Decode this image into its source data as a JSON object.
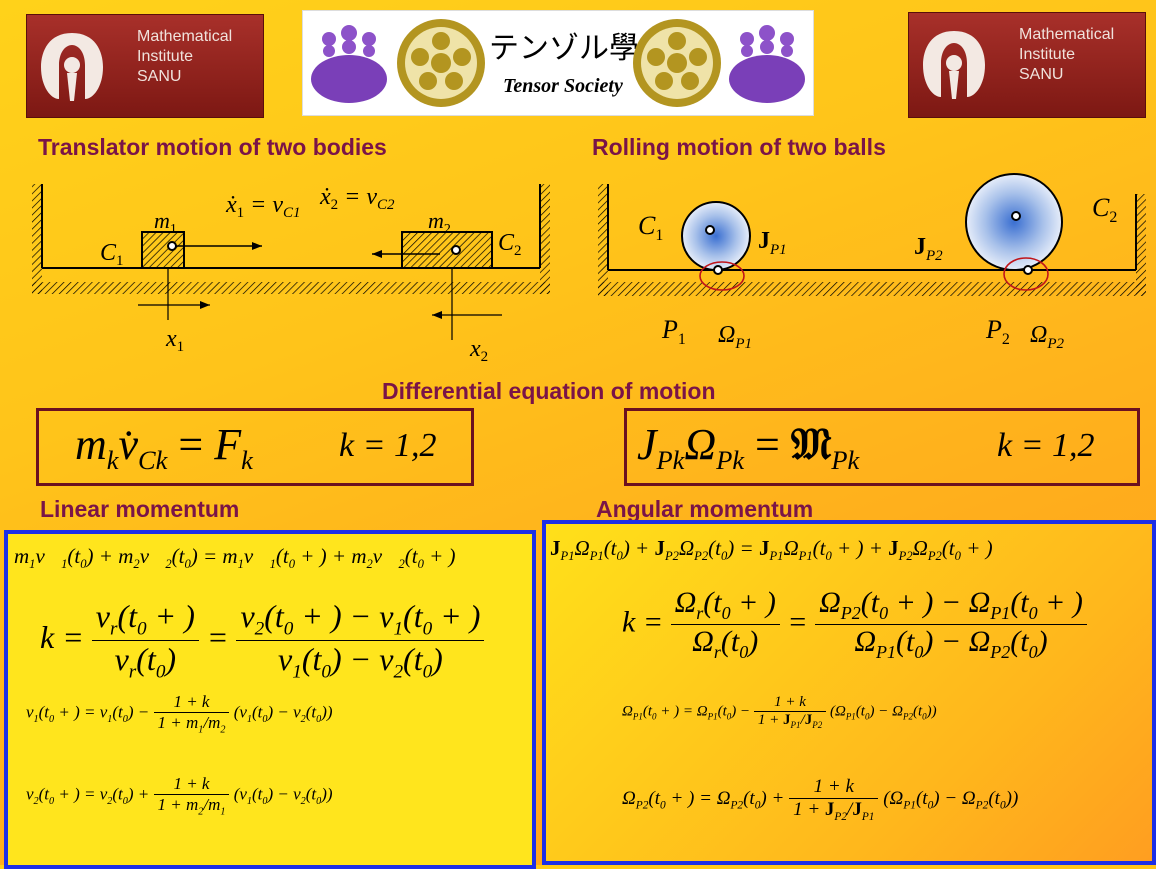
{
  "logo_left": {
    "line1": "Mathematical",
    "line2": "Institute",
    "line3": "SANU"
  },
  "logo_right": {
    "line1": "Mathematical",
    "line2": "Institute",
    "line3": "SANU"
  },
  "banner": {
    "title_jp": "テンゾル學会",
    "title_en": "Tensor Society"
  },
  "headings": {
    "translator": "Translator motion of two bodies",
    "rolling": "Rolling motion of two balls",
    "diff_eq": "Differential equation of motion",
    "linear": "Linear momentum",
    "angular": "Angular momentum"
  },
  "diagram_left": {
    "m1": "m",
    "m1_sub": "1",
    "m2": "m",
    "m2_sub": "2",
    "c1": "C",
    "c1_sub": "1",
    "c2": "C",
    "c2_sub": "2",
    "x1": "x",
    "x1_sub": "1",
    "x2": "x",
    "x2_sub": "2"
  },
  "diagram_right": {
    "c1": "C",
    "c1_sub": "1",
    "c2": "C",
    "c2_sub": "2",
    "p1": "P",
    "p1_sub": "1",
    "p2": "P",
    "p2_sub": "2"
  },
  "equations": {
    "k_range": "k = 1,2"
  },
  "colors": {
    "heading": "#7a1448",
    "panel_border": "#1c2fe6",
    "eq_border": "#6b1020",
    "logo": "#8e211b"
  }
}
